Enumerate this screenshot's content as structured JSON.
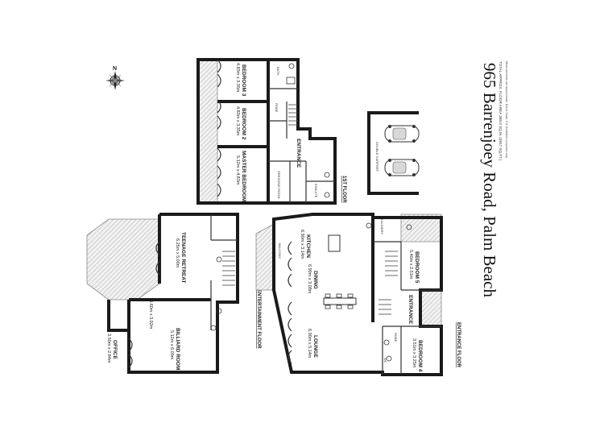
{
  "title": "965 Barrenjoey Road, Palm Beach",
  "area": "TOTAL APPROX. FLOOR AREA 365.0 SQ.M. (3917 SQ.FT.)",
  "disclaimer": "Measurements are approximate. Not to Scale. For illustrative purposes only.",
  "compass": "N",
  "floors": {
    "first": "1ST FLOOR",
    "entertainment": "ENTERTAINMENT FLOOR",
    "entrance": "ENTRANCE FLOOR"
  },
  "carport": "DOUBLE CARPORT",
  "rooms": {
    "bedroom3": {
      "name": "BEDROOM 3",
      "dim": "4.83m x 3.35m"
    },
    "bedroom2": {
      "name": "BEDROOM 2",
      "dim": "4.83m x 3.35m"
    },
    "master": {
      "name": "MASTER BEDROOM",
      "dim": "5.12m x 4.83m"
    },
    "entrance_upper": {
      "name": "ENTRANCE"
    },
    "ensuite": {
      "name": "ENSUITE"
    },
    "dressing": {
      "name": "DRESSING ROOM"
    },
    "kitchen": {
      "name": "KITCHEN",
      "dim": "6.90m x 3.14m"
    },
    "dining": {
      "name": "DINING",
      "dim": "6.90m x 3.08m"
    },
    "lounge": {
      "name": "LOUNGE",
      "dim": "6.90m x 5.14m"
    },
    "bedroom5": {
      "name": "BEDROOM 5",
      "dim": "5.40m x 2.51m"
    },
    "bedroom4": {
      "name": "BEDROOM 4",
      "dim": "3.51m x 3.25m"
    },
    "entrance_lower": {
      "name": "ENTRANCE"
    },
    "teenage": {
      "name": "TEENAGE RETREAT",
      "dim": "6.25m x 5.00m"
    },
    "billiard": {
      "name": "BILLIARD ROOM",
      "dim": "5.12m x 6.09m"
    },
    "office": {
      "name": "OFFICE",
      "dim": "3.50m x 2.84m"
    },
    "rumpus_dim": "3.60m x 3.02m",
    "balcony": "BALCONY",
    "laundry": "LAUNDRY",
    "robe": "ROBE",
    "bath": "BATH",
    "wc": "WC"
  }
}
